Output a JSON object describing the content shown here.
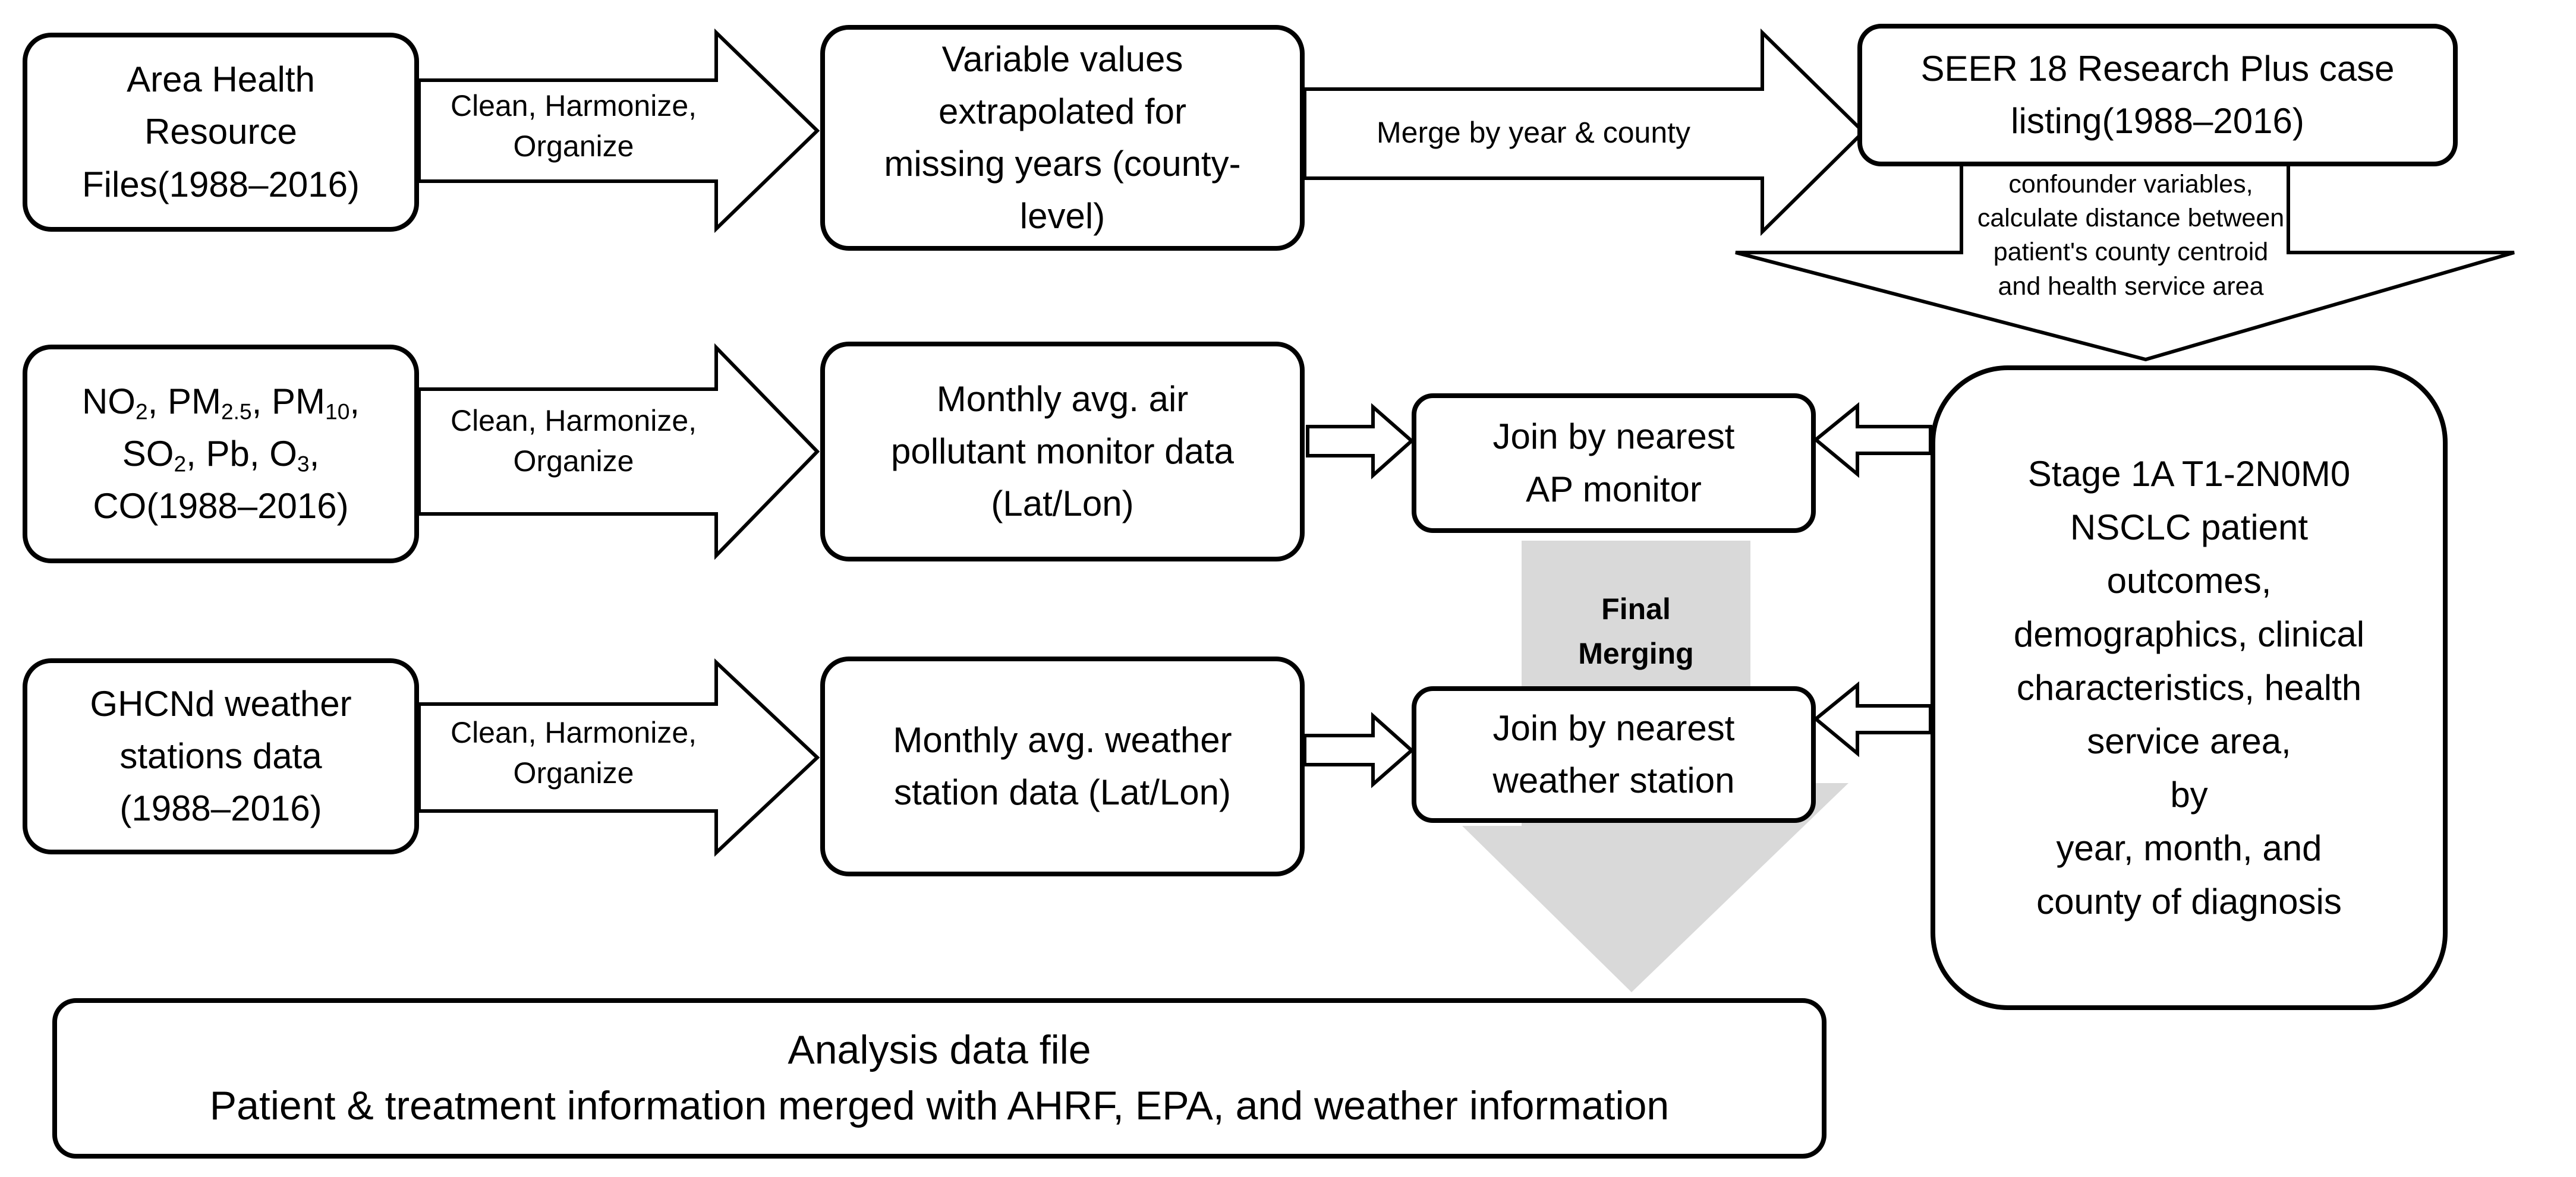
{
  "sources": {
    "ahrf": [
      "Area Health",
      "Resource",
      "Files(1988–2016)"
    ],
    "pollutants_label": "NO2, PM2.5, PM10, SO2, Pb, O3, CO(1988–2016)",
    "pollutants": {
      "line1": [
        {
          "t": "NO"
        },
        {
          "sub": "2"
        },
        {
          "t": ", PM"
        },
        {
          "sub": "2.5"
        },
        {
          "t": ", PM"
        },
        {
          "sub": "10"
        },
        {
          "t": ","
        }
      ],
      "line2": [
        {
          "t": "SO"
        },
        {
          "sub": "2"
        },
        {
          "t": ", Pb, O"
        },
        {
          "sub": "3"
        },
        {
          "t": ","
        }
      ],
      "line3": [
        {
          "t": "CO(1988–2016)"
        }
      ]
    },
    "ghcnd": [
      "GHCNd weather",
      "stations data",
      "(1988–2016)"
    ]
  },
  "process_label": [
    "Clean, Harmonize,",
    "Organize"
  ],
  "intermediate": {
    "extrapolated": [
      "Variable values",
      "extrapolated for",
      "missing years (county-",
      "level)"
    ],
    "air_monitor": [
      "Monthly avg. air",
      "pollutant monitor data",
      "(Lat/Lon)"
    ],
    "weather_station": [
      "Monthly avg. weather",
      "station data (Lat/Lon)"
    ]
  },
  "merge_label": "Merge by  year  & county",
  "seer": {
    "title": [
      "SEER 18 Research Plus case",
      "listing(1988–2016)"
    ],
    "note": [
      "confounder variables,",
      "calculate distance between",
      "patient's county centroid",
      "and health service area"
    ]
  },
  "joins": {
    "ap_monitor": [
      "Join by nearest",
      "AP monitor"
    ],
    "weather": [
      "Join by nearest",
      "weather station"
    ]
  },
  "final_merging": [
    "Final",
    "Merging"
  ],
  "patient_box": [
    "Stage 1A T1-2N0M0",
    "NSCLC patient",
    "outcomes,",
    "demographics, clinical",
    "characteristics, health",
    "service area,",
    "by",
    "year, month, and",
    "county of diagnosis"
  ],
  "output": [
    "Analysis data file",
    "Patient & treatment information merged with AHRF, EPA, and weather information"
  ],
  "colors": {
    "stroke": "#000000",
    "fill": "#ffffff",
    "merge_gray": "#d9d9d9"
  }
}
